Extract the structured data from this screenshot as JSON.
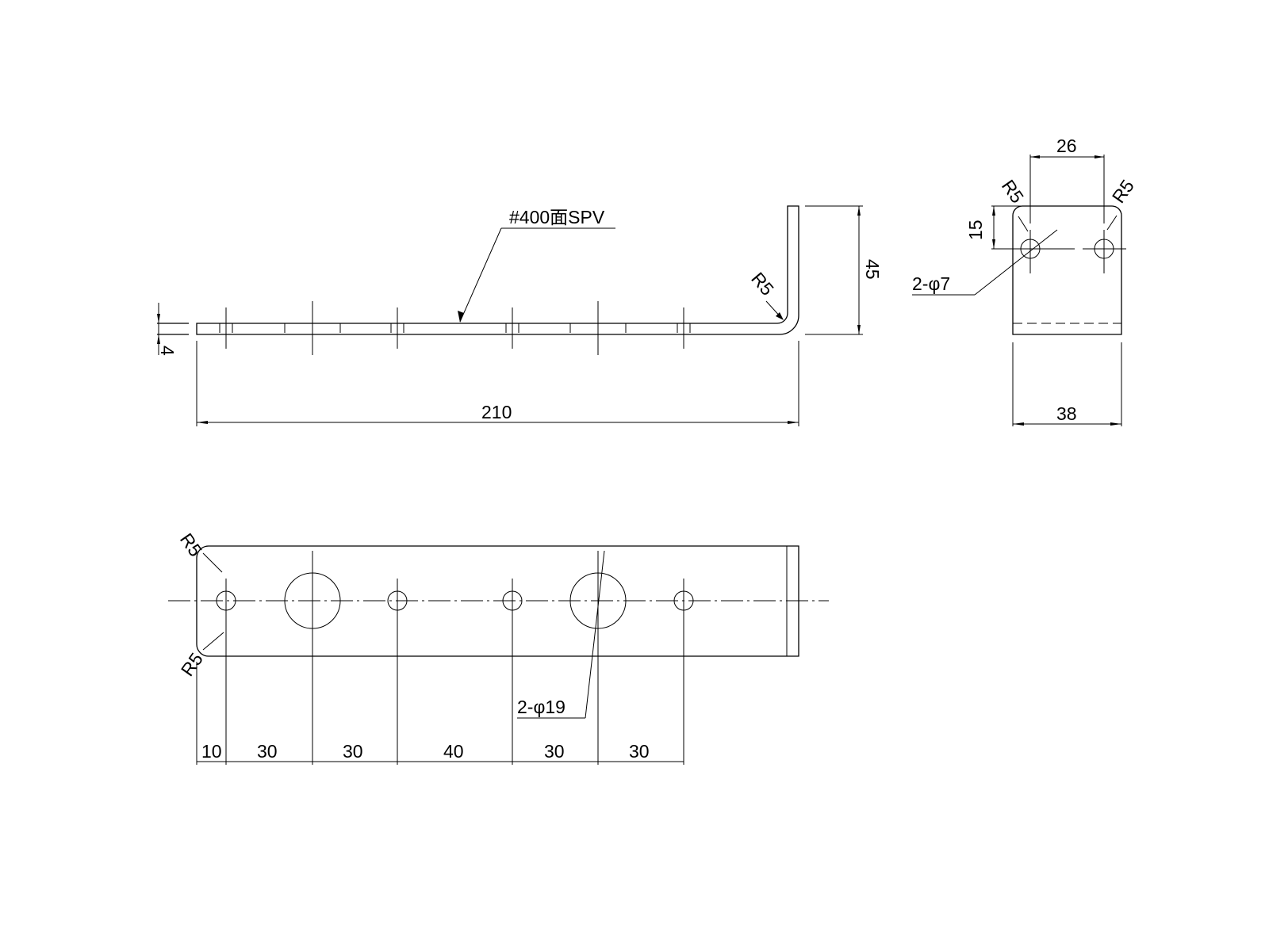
{
  "side_view": {
    "finish_note": "#400面SPV",
    "bend_radius": "R5",
    "height_dim": "45",
    "thickness_dim": "4",
    "length_dim": "210"
  },
  "end_view": {
    "hole_spacing_dim": "26",
    "hole_offset_dim": "15",
    "width_dim": "38",
    "corner_radius_left": "R5",
    "corner_radius_right": "R5",
    "hole_callout": "2-φ7"
  },
  "plan_view": {
    "corner_radius_top": "R5",
    "corner_radius_bottom": "R5",
    "hole_callout": "2-φ19",
    "pitch_dims": [
      "10",
      "30",
      "30",
      "40",
      "30",
      "30"
    ]
  }
}
